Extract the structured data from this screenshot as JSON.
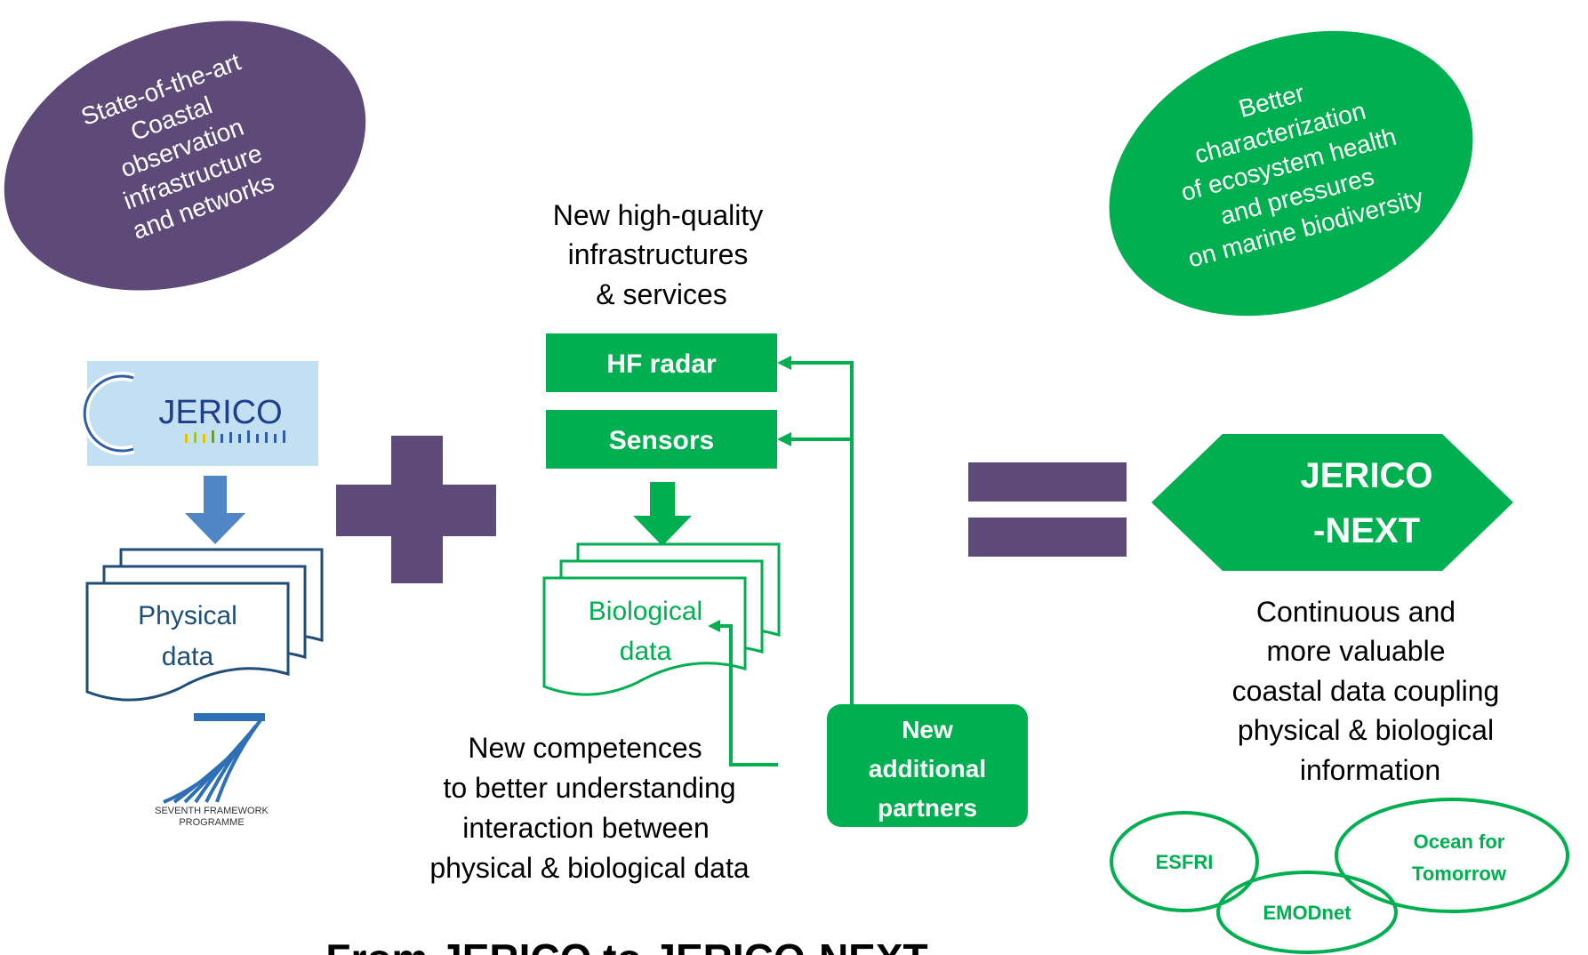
{
  "title": "From JERICO to JERICO-NEXT",
  "colors": {
    "purple": "#5e4a79",
    "green": "#00b050",
    "blue": "#1f4e79",
    "arrow_blue": "#4f86c6"
  },
  "left_bubble": {
    "lines": [
      "State-of-the-art",
      "Coastal",
      "observation",
      "infrastructure",
      "and networks"
    ]
  },
  "right_bubble": {
    "lines": [
      "Better",
      "characterization",
      "of ecosystem health",
      "and pressures",
      "on marine biodiversity"
    ]
  },
  "jerico_logo": {
    "text": "JERICO"
  },
  "fp7_logo": {
    "line1": "SEVENTH FRAMEWORK",
    "line2": "PROGRAMME"
  },
  "physical_data": {
    "line1": "Physical",
    "line2": "data"
  },
  "biological_data": {
    "line1": "Biological",
    "line2": "data"
  },
  "new_infra": {
    "lines": [
      "New high-quality",
      "infrastructures",
      "& services"
    ]
  },
  "hf_radar": {
    "label": "HF radar"
  },
  "sensors": {
    "label": "Sensors"
  },
  "new_partners": {
    "lines": [
      "New",
      "additional",
      "partners"
    ]
  },
  "new_competences": {
    "lines": [
      "New competences",
      "to better understanding",
      "interaction between",
      "physical & biological data"
    ]
  },
  "jerico_next": {
    "line1": "JERICO",
    "line2": "-NEXT"
  },
  "result_text": {
    "lines": [
      "Continuous and",
      "more valuable",
      "coastal data coupling",
      "physical & biological",
      "information"
    ]
  },
  "ellipses": {
    "esfri": "ESFRI",
    "emodnet": "EMODnet",
    "ocean_line1": "Ocean for",
    "ocean_line2": "Tomorrow"
  }
}
